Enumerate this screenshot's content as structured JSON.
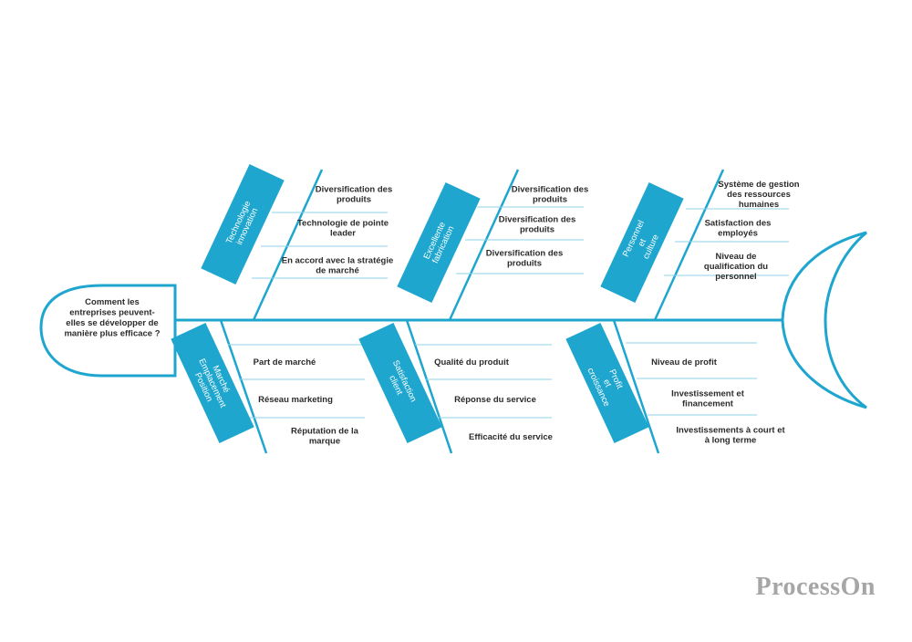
{
  "problem": "Comment les entreprises peuvent-elles se développer de manière plus efficace ?",
  "problem_lines": [
    "Comment les",
    "entreprises peuvent-",
    "elles se développer de",
    "manière plus efficace ?"
  ],
  "colors": {
    "accent": "#1ea6cf",
    "branch_line": "#8fd3ea",
    "text": "#2b2b2b",
    "watermark": "#a6a6a6"
  },
  "categories": [
    {
      "id": "tech",
      "title_lines": [
        "Technologie",
        "innovation"
      ],
      "causes": [
        [
          "Diversification des",
          "produits"
        ],
        [
          "Technologie de pointe",
          "leader"
        ],
        [
          "En accord avec la stratégie",
          "de marché"
        ]
      ]
    },
    {
      "id": "fab",
      "title_lines": [
        "Excellente",
        "fabrication"
      ],
      "causes": [
        [
          "Diversification des",
          "produits"
        ],
        [
          "Diversification des",
          "produits"
        ],
        [
          "Diversification des",
          "produits"
        ]
      ]
    },
    {
      "id": "pers",
      "title_lines": [
        "Personnel",
        "et",
        "culture"
      ],
      "causes": [
        [
          "Système de gestion",
          "des ressources",
          "humaines"
        ],
        [
          "Satisfaction des",
          "employés"
        ],
        [
          "Niveau de",
          "qualification du",
          "personnel"
        ]
      ]
    },
    {
      "id": "march",
      "title_lines": [
        "Marché",
        "Emplacement",
        "Position"
      ],
      "causes": [
        [
          "Part de marché"
        ],
        [
          "Réseau marketing"
        ],
        [
          "Réputation de la",
          "marque"
        ]
      ]
    },
    {
      "id": "sat",
      "title_lines": [
        "Satisfaction",
        "client"
      ],
      "causes": [
        [
          "Qualité du produit"
        ],
        [
          "Réponse du service"
        ],
        [
          "Efficacité du service"
        ]
      ]
    },
    {
      "id": "prof",
      "title_lines": [
        "Profit",
        "et",
        "croissance"
      ],
      "causes": [
        [
          "Niveau de profit"
        ],
        [
          "Investissement et",
          "financement"
        ],
        [
          "Investissements à court et",
          "à long terme"
        ]
      ]
    }
  ],
  "watermark": "ProcessOn"
}
